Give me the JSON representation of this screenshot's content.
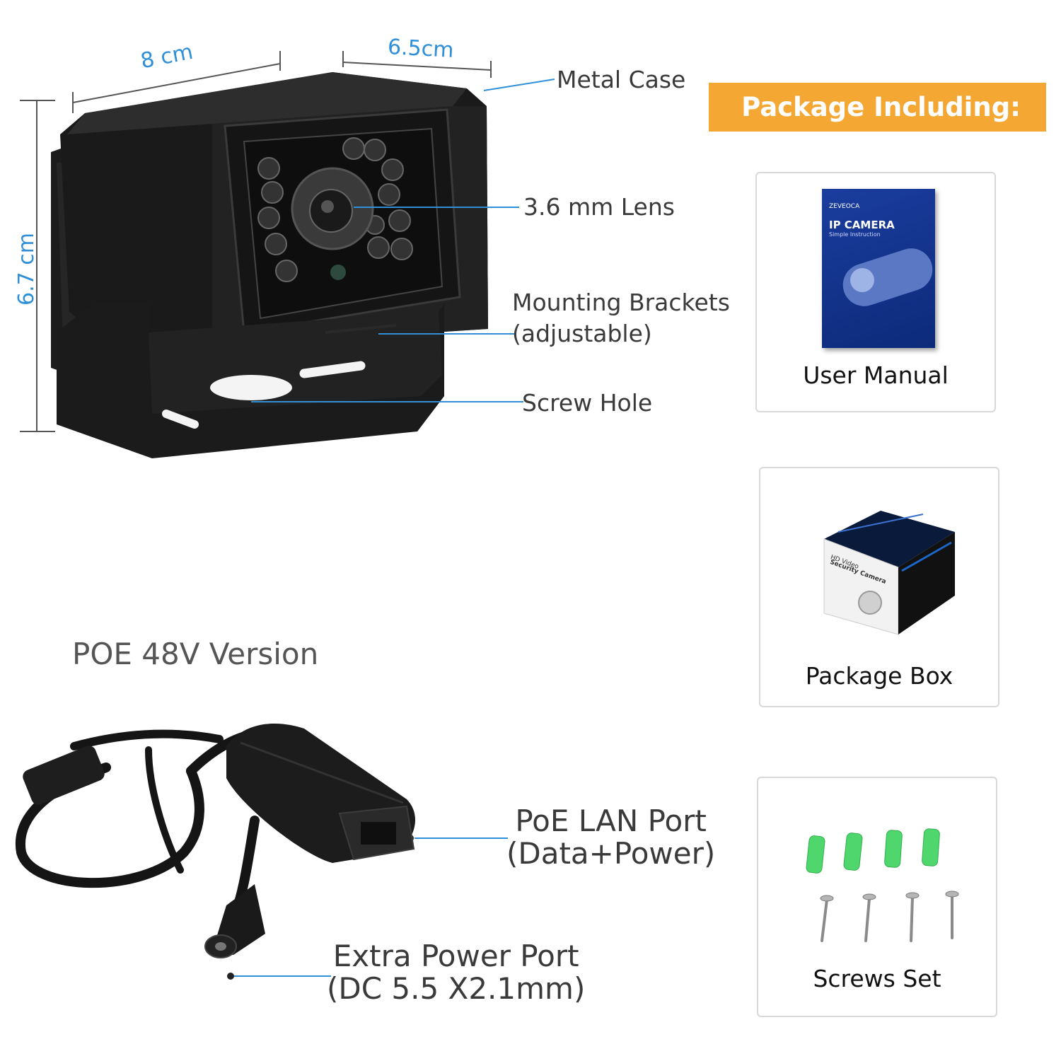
{
  "dimensions": {
    "width": "8 cm",
    "depth": "6.5cm",
    "height": "6.7 cm"
  },
  "callouts": {
    "metal_case": "Metal Case",
    "lens": "3.6 mm Lens",
    "brackets_line1": "Mounting Brackets",
    "brackets_line2": "(adjustable)",
    "screw_hole": "Screw Hole",
    "poe_lan_line1": "PoE LAN Port",
    "poe_lan_line2": "(Data+Power)",
    "power_port_line1": "Extra Power Port",
    "power_port_line2": "(DC 5.5 X2.1mm)"
  },
  "version_label": "POE 48V Version",
  "package": {
    "header": "Package Including:",
    "items": [
      {
        "label": "User Manual"
      },
      {
        "label": "Package Box"
      },
      {
        "label": "Screws Set"
      }
    ]
  },
  "manual_cover": {
    "brand": "ZEVEOCA",
    "title": "IP CAMERA",
    "subtitle": "Simple Instruction"
  },
  "box_print": {
    "line1": "HD Video",
    "line2": "Security Camera"
  },
  "colors": {
    "accent_blue": "#2f8fd8",
    "header_orange": "#f5a734",
    "plug_green": "#4fd66c"
  }
}
